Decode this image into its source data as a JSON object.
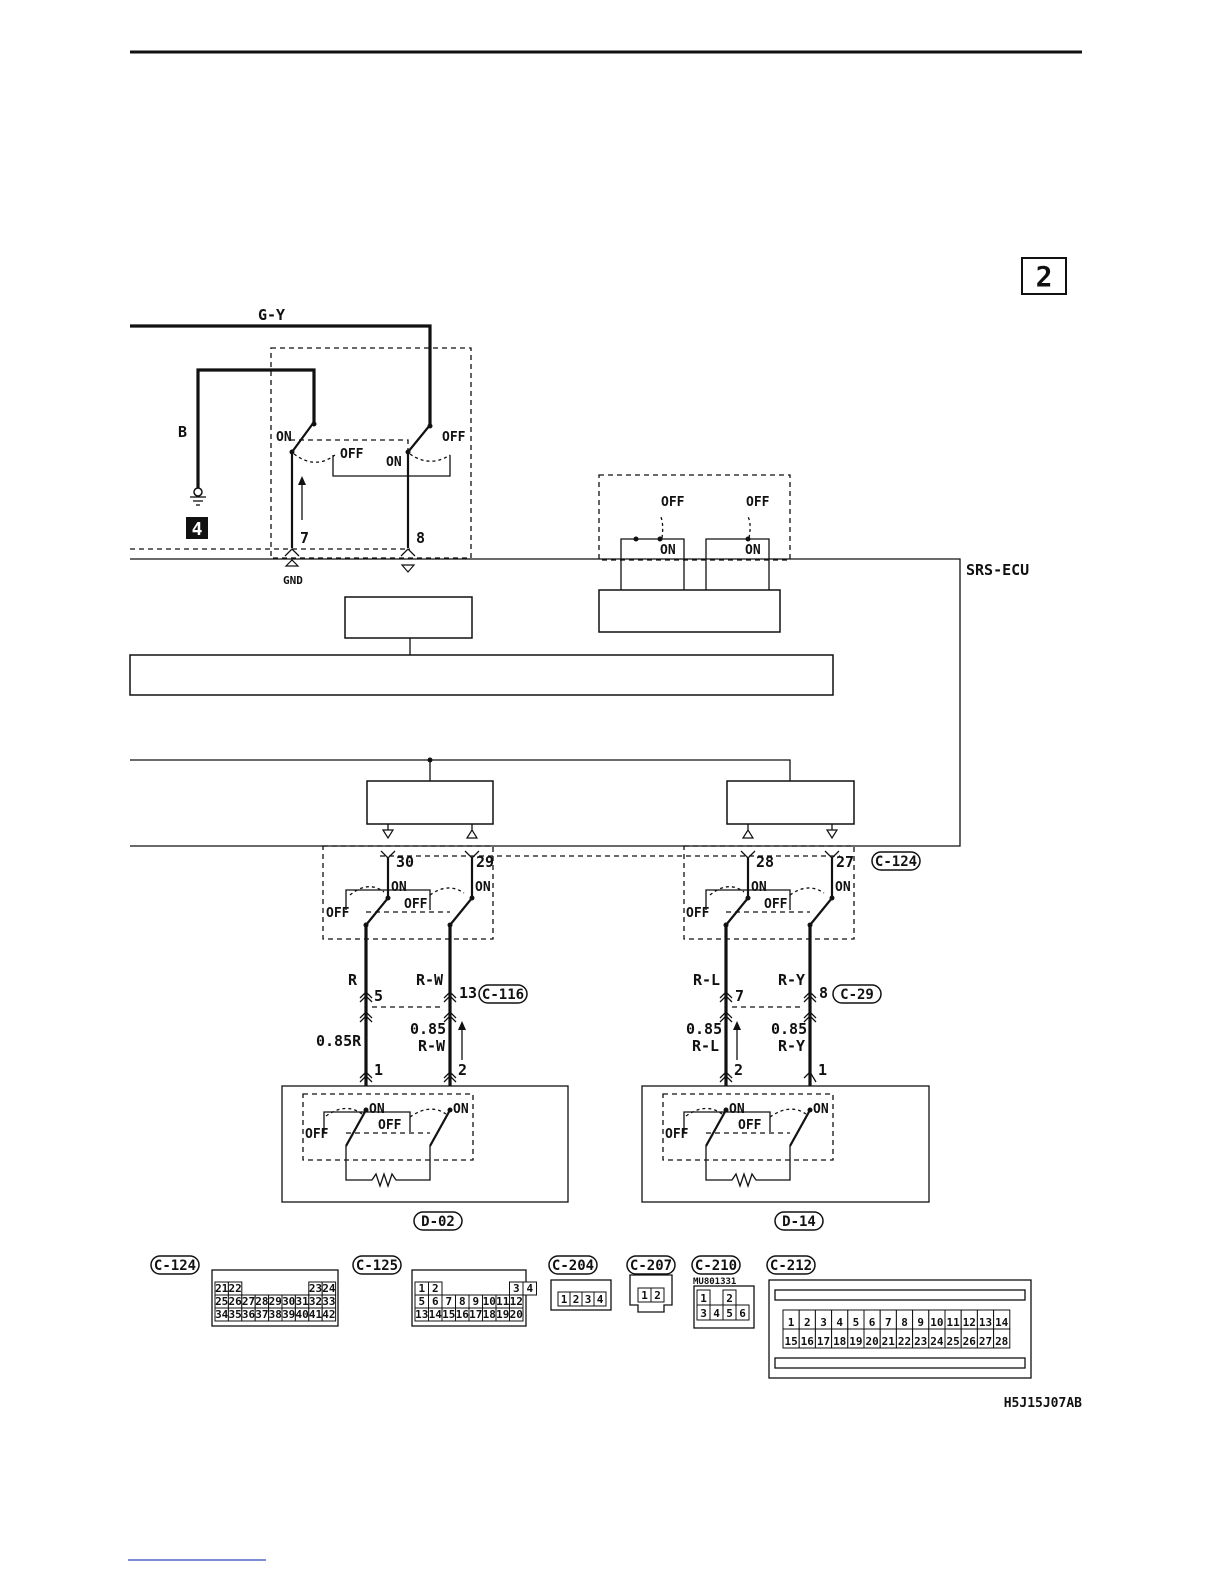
{
  "page_number": "2",
  "srs_ecu_label": "SRS-ECU",
  "wires": {
    "gy": "G-Y",
    "b": "B",
    "r": "R",
    "rw": "R-W",
    "rl": "R-L",
    "ry": "R-Y",
    "r085": "0.85R",
    "rw085_a": "0.85",
    "rw085_b": "R-W",
    "rl085_a": "0.85",
    "rl085_b": "R-L",
    "ry085_a": "0.85",
    "ry085_b": "R-Y"
  },
  "ground_marker": "4",
  "gnd_label": "GND",
  "switch_labels": {
    "on": "ON",
    "off": "OFF"
  },
  "pins": {
    "p7": "7",
    "p8": "8",
    "p30": "30",
    "p29": "29",
    "p28": "28",
    "p27": "27",
    "c116_5": "5",
    "c116_13": "13",
    "c29_7": "7",
    "c29_8": "8",
    "d02_1": "1",
    "d02_2": "2",
    "d14_2": "2",
    "d14_1": "1"
  },
  "connectors": {
    "c124": "C-124",
    "c116": "C-116",
    "c29": "C-29",
    "d02": "D-02",
    "d14": "D-14",
    "c125": "C-125",
    "c204": "C-204",
    "c207": "C-207",
    "c210": "C-210",
    "c212": "C-212",
    "c210_part": "MU801331"
  },
  "connector_views": {
    "c124_rows": [
      [
        "21",
        "22",
        "",
        "",
        "",
        "",
        "",
        "23",
        "24"
      ],
      [
        "25",
        "26",
        "27",
        "28",
        "29",
        "30",
        "31",
        "32",
        "33"
      ],
      [
        "34",
        "35",
        "36",
        "37",
        "38",
        "39",
        "40",
        "41",
        "42"
      ]
    ],
    "c125_rows": [
      [
        "1",
        "2",
        "",
        "",
        "",
        "",
        "",
        "3",
        "4"
      ],
      [
        "5",
        "6",
        "7",
        "8",
        "9",
        "10",
        "11",
        "12"
      ],
      [
        "13",
        "14",
        "15",
        "16",
        "17",
        "18",
        "19",
        "20"
      ]
    ],
    "c204_pins": [
      "1",
      "2",
      "3",
      "4"
    ],
    "c207_pins": [
      "1",
      "2"
    ],
    "c210_rows": [
      [
        "1",
        "",
        "2"
      ],
      [
        "3",
        "4",
        "5",
        "6"
      ]
    ],
    "c212_rows": [
      [
        "1",
        "2",
        "3",
        "4",
        "5",
        "6",
        "7",
        "8",
        "9",
        "10",
        "11",
        "12",
        "13",
        "14"
      ],
      [
        "15",
        "16",
        "17",
        "18",
        "19",
        "20",
        "21",
        "22",
        "23",
        "24",
        "25",
        "26",
        "27",
        "28"
      ]
    ]
  },
  "figure_code": "H5J15J07AB"
}
